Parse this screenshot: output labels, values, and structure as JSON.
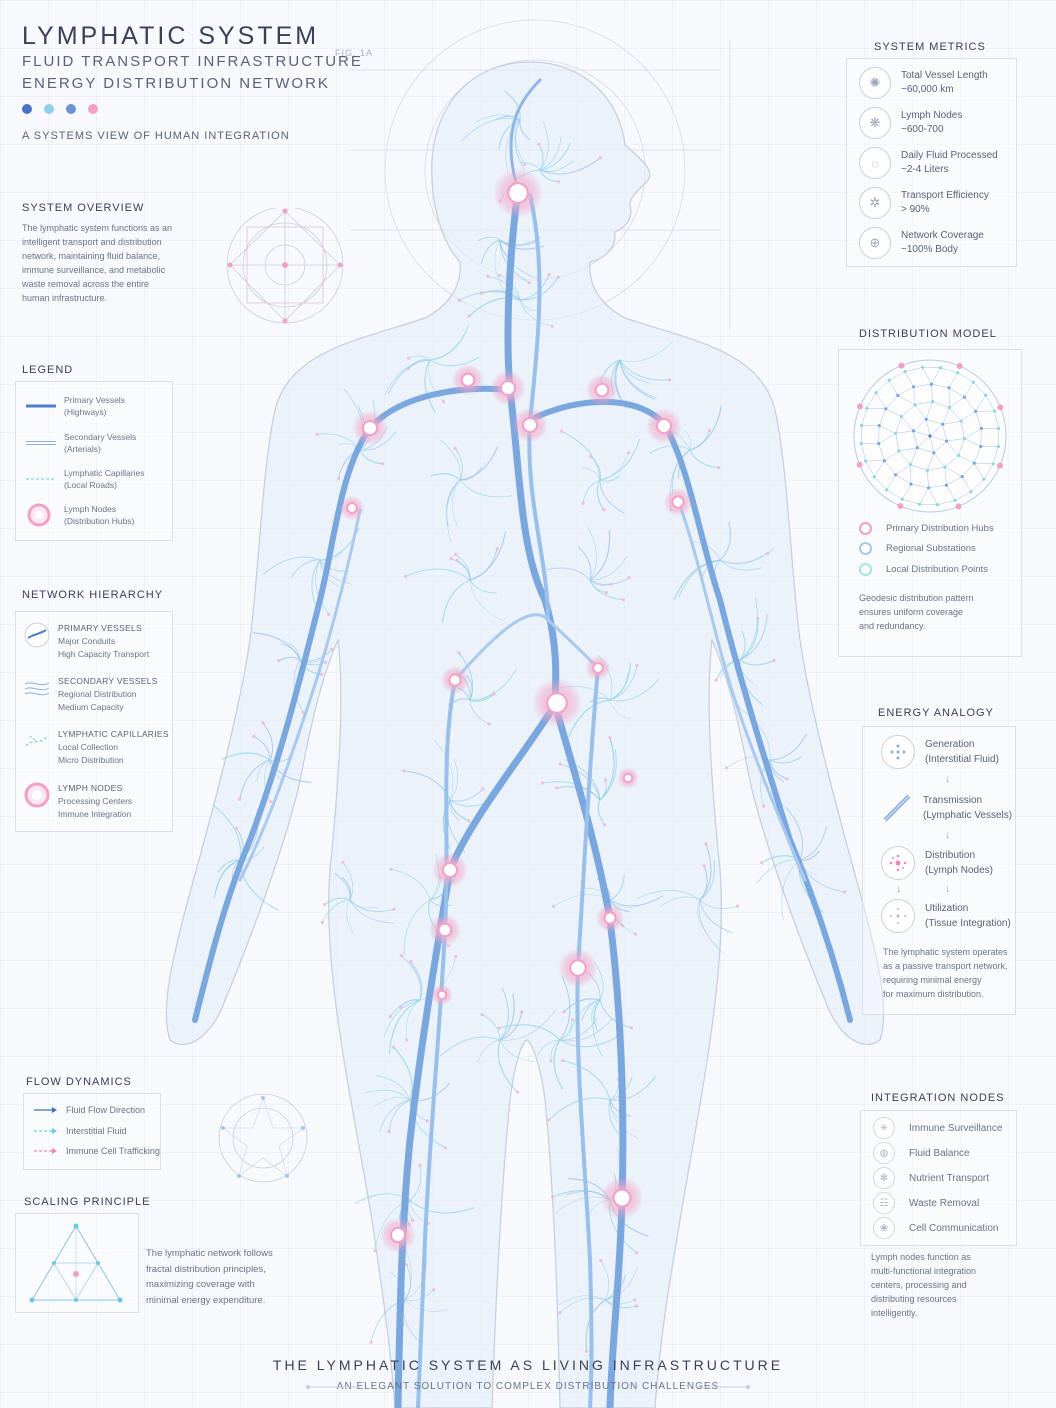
{
  "header": {
    "title": "LYMPHATIC SYSTEM",
    "subtitle1": "FLUID TRANSPORT INFRASTRUCTURE",
    "subtitle2": "ENERGY DISTRIBUTION NETWORK",
    "dot_colors": [
      "#4a72c6",
      "#8fd0ea",
      "#6a94d6",
      "#f2a0c4"
    ],
    "tagline": "A SYSTEMS VIEW OF HUMAN INTEGRATION",
    "fig_label": "FIG. 1A"
  },
  "overview": {
    "title": "SYSTEM OVERVIEW",
    "lines": [
      "The lymphatic system functions as an",
      "intelligent transport and distribution",
      "network, maintaining fluid balance,",
      "immune surveillance, and metabolic",
      "waste removal across the entire",
      "human infrastructure."
    ]
  },
  "legend": {
    "title": "LEGEND",
    "items": [
      {
        "label": "Primary Vessels\n(Highways)",
        "icon": "thick-line-icon"
      },
      {
        "label": "Secondary Vessels\n(Arterials)",
        "icon": "double-line-icon"
      },
      {
        "label": "Lymphatic Capillaries\n(Local Roads)",
        "icon": "dashed-line-icon"
      },
      {
        "label": "Lymph Nodes\n(Distribution Hubs)",
        "icon": "node-ring-icon"
      }
    ]
  },
  "hierarchy": {
    "title": "NETWORK HIERARCHY",
    "items": [
      {
        "l1": "PRIMARY VESSELS",
        "l2": "Major Conduits",
        "l3": "High Capacity Transport"
      },
      {
        "l1": "SECONDARY VESSELS",
        "l2": "Regional Distribution",
        "l3": "Medium Capacity"
      },
      {
        "l1": "LYMPHATIC CAPILLARIES",
        "l2": "Local Collection",
        "l3": "Micro Distribution"
      },
      {
        "l1": "LYMPH NODES",
        "l2": "Processing Centers",
        "l3": "Immune Integration"
      }
    ]
  },
  "metrics": {
    "title": "SYSTEM METRICS",
    "items": [
      {
        "l1": "Total Vessel Length",
        "l2": "~60,000 km",
        "icon": "network-icon"
      },
      {
        "l1": "Lymph Nodes",
        "l2": "~600-700",
        "icon": "node-icon"
      },
      {
        "l1": "Daily Fluid Processed",
        "l2": "~2-4 Liters",
        "icon": "droplet-icon"
      },
      {
        "l1": "Transport Efficiency",
        "l2": "> 90%",
        "icon": "gauge-icon"
      },
      {
        "l1": "Network Coverage",
        "l2": "~100% Body",
        "icon": "coverage-icon"
      }
    ]
  },
  "distribution": {
    "title": "DISTRIBUTION MODEL",
    "hubs": [
      {
        "label": "Primary Distribution Hubs",
        "color": "#f2a0c4"
      },
      {
        "label": "Regional Substations",
        "color": "#a9c6ec"
      },
      {
        "label": "Local Distribution Points",
        "color": "#a8e0ec"
      }
    ],
    "lines": [
      "Geodesic distribution pattern",
      "ensures uniform coverage",
      "and redundancy."
    ]
  },
  "energy": {
    "title": "ENERGY ANALOGY",
    "steps": [
      {
        "l1": "Generation",
        "l2": "(Interstitial Fluid)"
      },
      {
        "l1": "Transmission",
        "l2": "(Lymphatic Vessels)"
      },
      {
        "l1": "Distribution",
        "l2": "(Lymph Nodes)"
      },
      {
        "l1": "Utilization",
        "l2": "(Tissue Integration)"
      }
    ],
    "lines": [
      "The lymphatic system operates",
      "as a passive transport network,",
      "requiring minimal energy",
      "for maximum distribution."
    ]
  },
  "integration": {
    "title": "INTEGRATION NODES",
    "items": [
      {
        "label": "Immune Surveillance",
        "icon": "shield-icon"
      },
      {
        "label": "Fluid Balance",
        "icon": "balance-icon"
      },
      {
        "label": "Nutrient Transport",
        "icon": "nutrient-icon"
      },
      {
        "label": "Waste Removal",
        "icon": "waste-icon"
      },
      {
        "label": "Cell Communication",
        "icon": "cell-icon"
      }
    ],
    "lines": [
      "Lymph nodes function as",
      "multi-functional integration",
      "centers, processing and",
      "distributing resources",
      "intelligently."
    ]
  },
  "flow": {
    "title": "FLOW DYNAMICS",
    "items": [
      {
        "label": "Fluid Flow Direction",
        "color": "#3f6fbd"
      },
      {
        "label": "Interstitial Fluid",
        "color": "#6cc9dd"
      },
      {
        "label": "Immune Cell Trafficking",
        "color": "#ef86b2"
      }
    ]
  },
  "scaling": {
    "title": "SCALING PRINCIPLE",
    "lines": [
      "The lymphatic network follows",
      "fractal distribution principles,",
      "maximizing coverage with",
      "minimal energy expenditure."
    ]
  },
  "footer": {
    "title": "THE LYMPHATIC SYSTEM AS LIVING INFRASTRUCTURE",
    "subtitle": "AN ELEGANT SOLUTION TO COMPLEX DISTRIBUTION CHALLENGES"
  }
}
